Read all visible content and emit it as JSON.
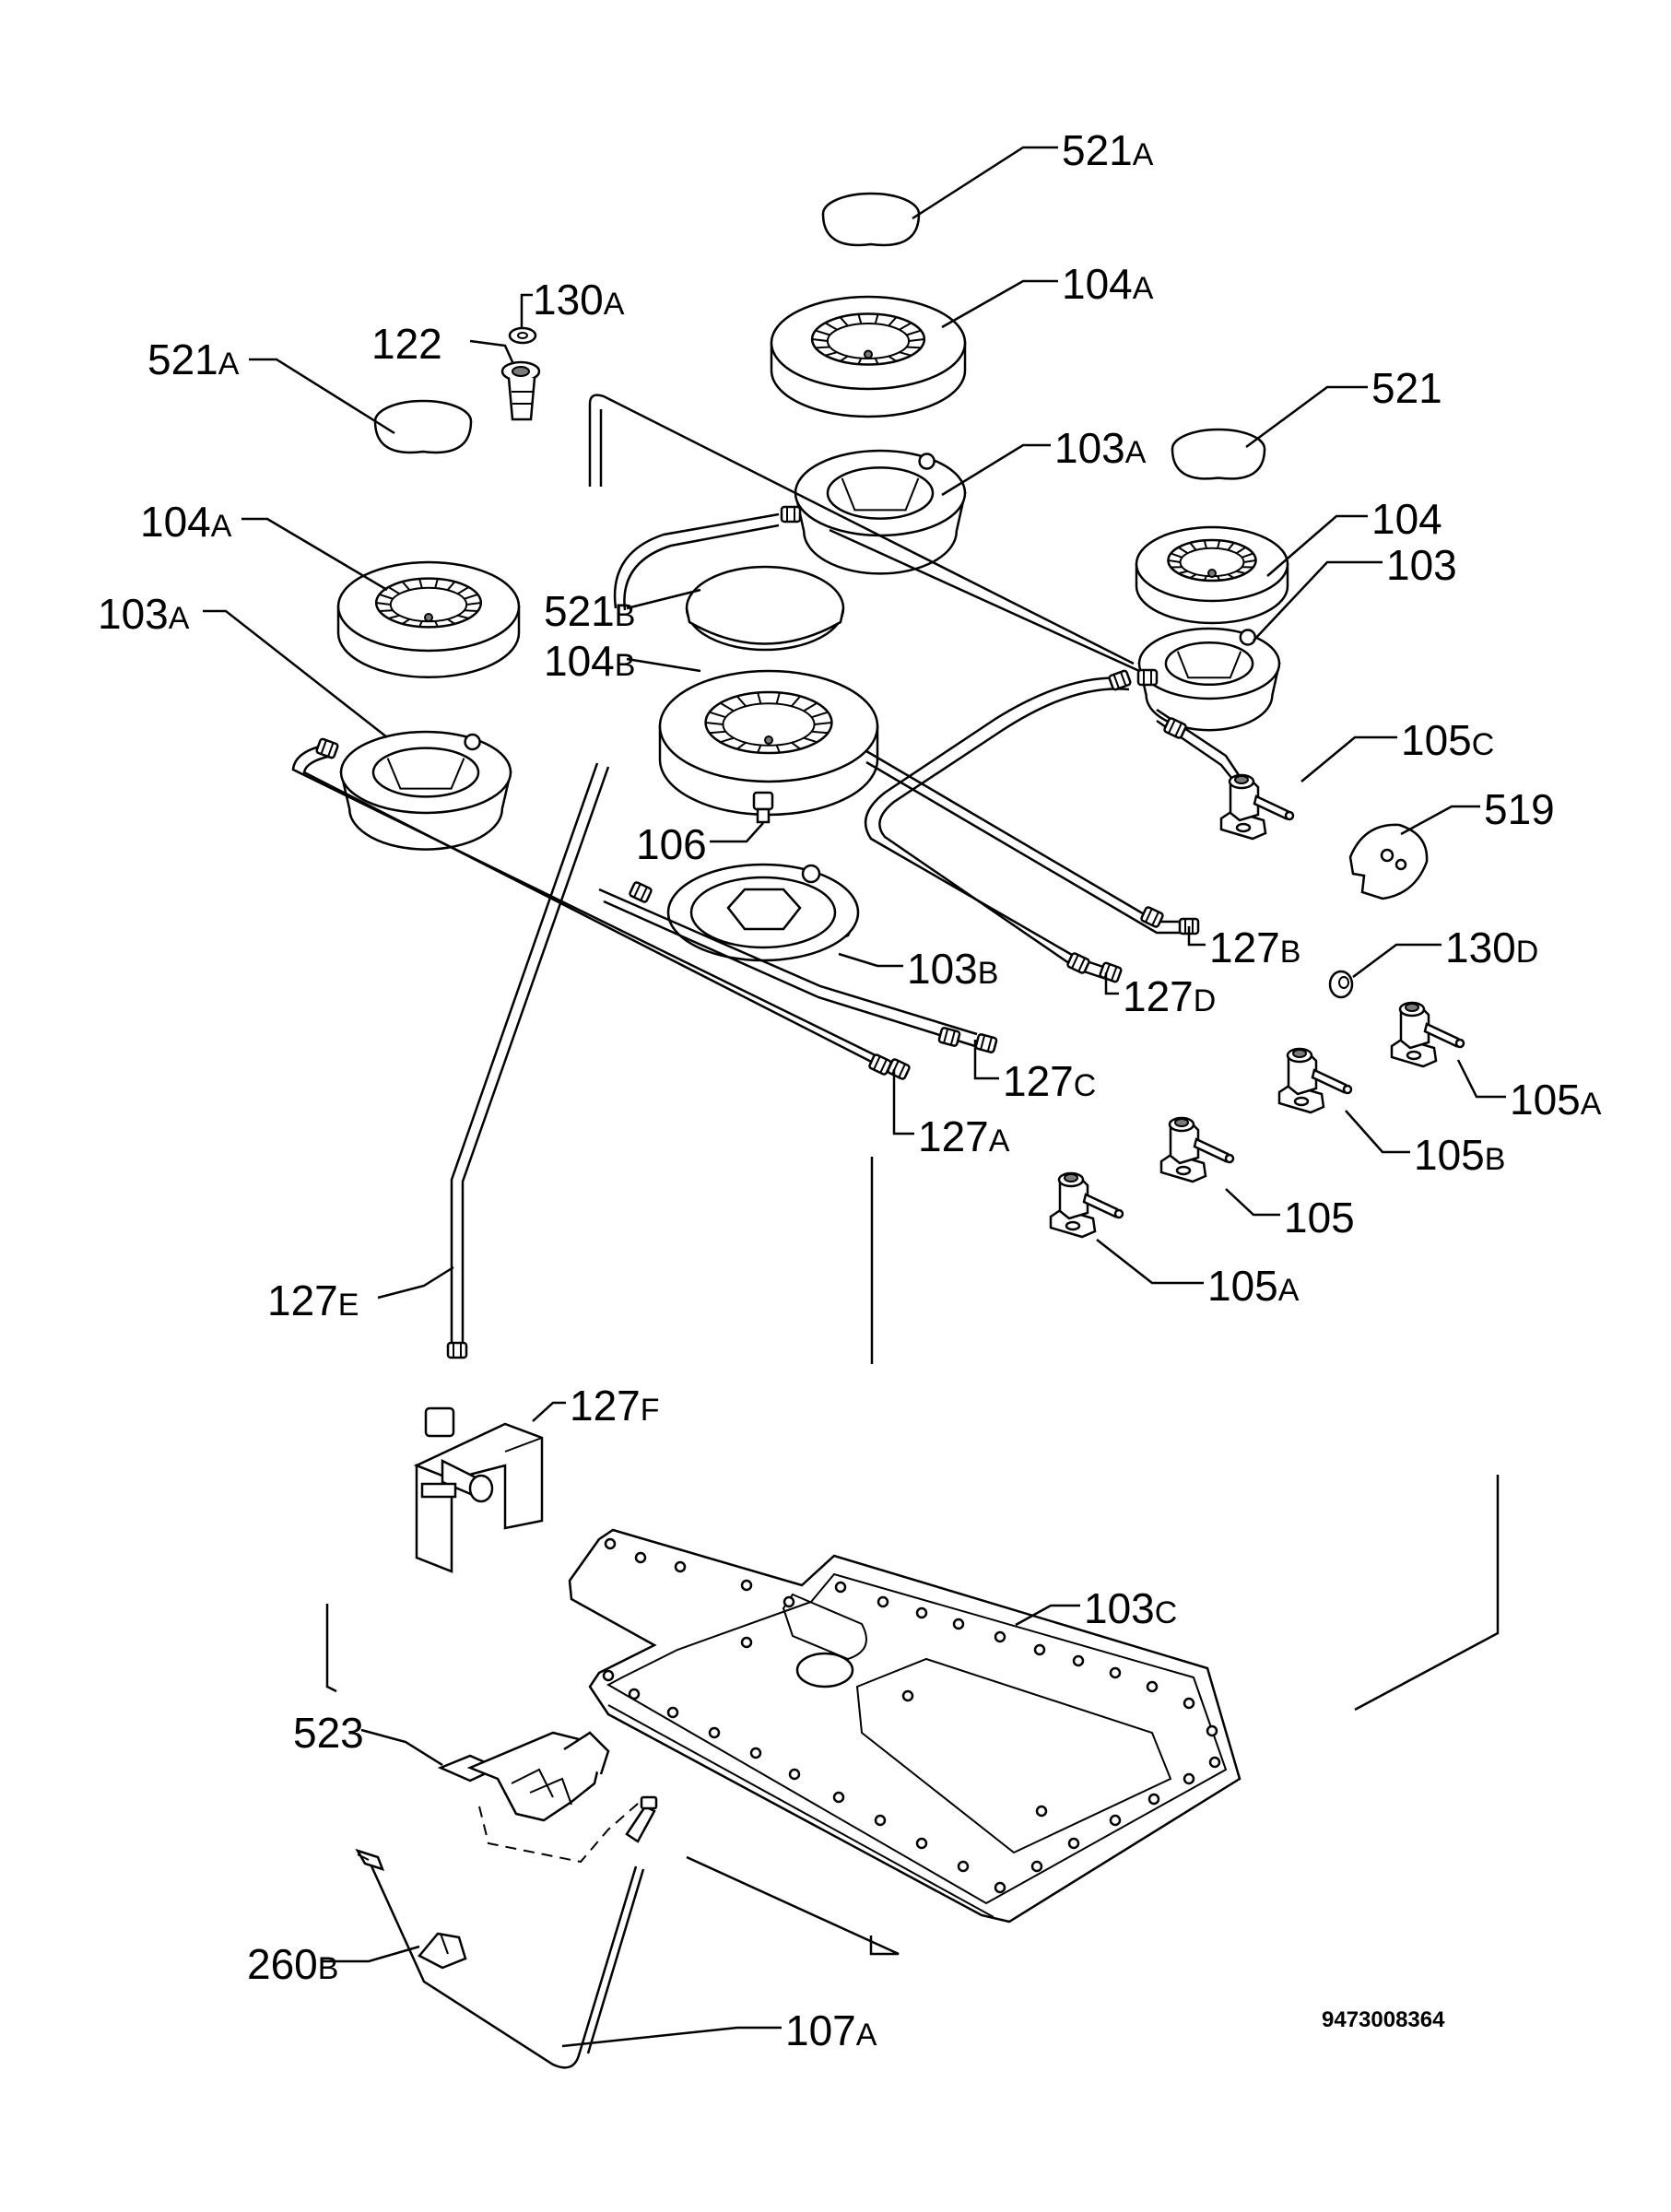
{
  "diagram": {
    "document_code": "9473008364",
    "labels": [
      {
        "id": "lbl-521a-top",
        "num": "521",
        "suf": "A"
      },
      {
        "id": "lbl-104a-top",
        "num": "104",
        "suf": "A"
      },
      {
        "id": "lbl-130a",
        "num": "130",
        "suf": "A"
      },
      {
        "id": "lbl-122",
        "num": "122",
        "suf": ""
      },
      {
        "id": "lbl-521a-left",
        "num": "521",
        "suf": "A"
      },
      {
        "id": "lbl-103a-mid",
        "num": "103",
        "suf": "A"
      },
      {
        "id": "lbl-521",
        "num": "521",
        "suf": ""
      },
      {
        "id": "lbl-104a-left",
        "num": "104",
        "suf": "A"
      },
      {
        "id": "lbl-104",
        "num": "104",
        "suf": ""
      },
      {
        "id": "lbl-103",
        "num": "103",
        "suf": ""
      },
      {
        "id": "lbl-521b",
        "num": "521",
        "suf": "B"
      },
      {
        "id": "lbl-103a-left",
        "num": "103",
        "suf": "A"
      },
      {
        "id": "lbl-104b",
        "num": "104",
        "suf": "B"
      },
      {
        "id": "lbl-105c",
        "num": "105",
        "suf": "C"
      },
      {
        "id": "lbl-519",
        "num": "519",
        "suf": ""
      },
      {
        "id": "lbl-106",
        "num": "106",
        "suf": ""
      },
      {
        "id": "lbl-127b",
        "num": "127",
        "suf": "B"
      },
      {
        "id": "lbl-103b",
        "num": "103",
        "suf": "B"
      },
      {
        "id": "lbl-130d",
        "num": "130",
        "suf": "D"
      },
      {
        "id": "lbl-127d",
        "num": "127",
        "suf": "D"
      },
      {
        "id": "lbl-127c",
        "num": "127",
        "suf": "C"
      },
      {
        "id": "lbl-105a-right",
        "num": "105",
        "suf": "A"
      },
      {
        "id": "lbl-127a",
        "num": "127",
        "suf": "A"
      },
      {
        "id": "lbl-105b",
        "num": "105",
        "suf": "B"
      },
      {
        "id": "lbl-105",
        "num": "105",
        "suf": ""
      },
      {
        "id": "lbl-127e",
        "num": "127",
        "suf": "E"
      },
      {
        "id": "lbl-105a-bottom",
        "num": "105",
        "suf": "A"
      },
      {
        "id": "lbl-127f",
        "num": "127",
        "suf": "F"
      },
      {
        "id": "lbl-103c",
        "num": "103",
        "suf": "C"
      },
      {
        "id": "lbl-523",
        "num": "523",
        "suf": ""
      },
      {
        "id": "lbl-260b",
        "num": "260",
        "suf": "B"
      },
      {
        "id": "lbl-107a",
        "num": "107",
        "suf": "A"
      }
    ]
  }
}
